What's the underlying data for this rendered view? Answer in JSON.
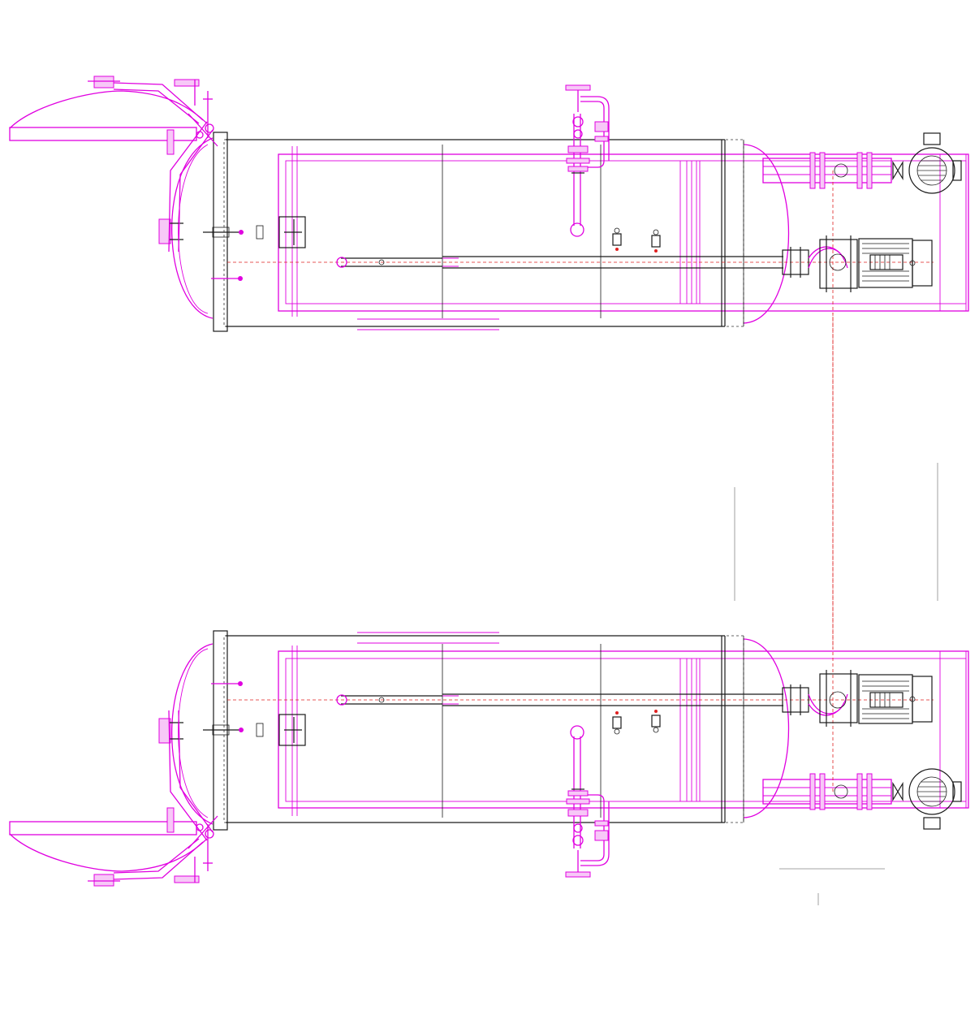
{
  "drawing": {
    "type": "technical-plan-view",
    "colors": {
      "outline": "#1a1a1a",
      "piping": "#e000e0",
      "centerline": "#e02020",
      "background": "#ffffff"
    },
    "units": [
      {
        "id": "upper-vessel",
        "orientation": "normal"
      },
      {
        "id": "lower-vessel",
        "orientation": "mirrored"
      }
    ],
    "components": [
      "vessel-shell",
      "hinged-door",
      "door-clamp",
      "inlet-valve-assembly",
      "circulation-pump",
      "motor",
      "heat-exchanger",
      "base-frame",
      "internal-pipe",
      "sight-glass",
      "gauge"
    ]
  }
}
